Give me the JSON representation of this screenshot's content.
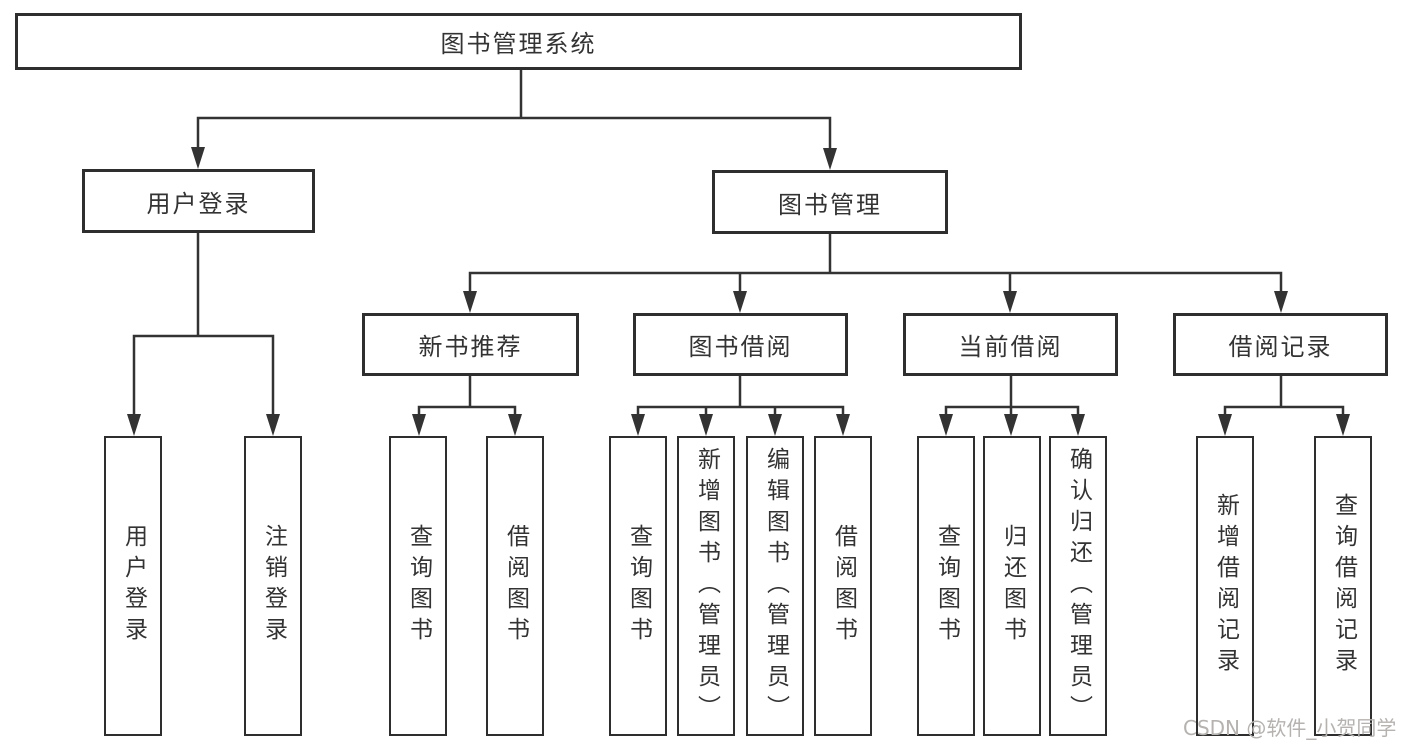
{
  "diagram_type": "hierarchy-tree",
  "tree": {
    "label": "图书管理系统",
    "children": [
      {
        "label": "用户登录",
        "children": [
          {
            "label": "用户登录"
          },
          {
            "label": "注销登录"
          }
        ]
      },
      {
        "label": "图书管理",
        "children": [
          {
            "label": "新书推荐",
            "children": [
              {
                "label": "查询图书"
              },
              {
                "label": "借阅图书"
              }
            ]
          },
          {
            "label": "图书借阅",
            "children": [
              {
                "label": "查询图书"
              },
              {
                "label": "新增图书（管理员）"
              },
              {
                "label": "编辑图书（管理员）"
              },
              {
                "label": "借阅图书"
              }
            ]
          },
          {
            "label": "当前借阅",
            "children": [
              {
                "label": "查询图书"
              },
              {
                "label": "归还图书"
              },
              {
                "label": "确认归还（管理员）"
              }
            ]
          },
          {
            "label": "借阅记录",
            "children": [
              {
                "label": "新增借阅记录"
              },
              {
                "label": "查询借阅记录"
              }
            ]
          }
        ]
      }
    ]
  },
  "watermark": {
    "text": "CSDN @软件_小贺同学"
  },
  "colors": {
    "line": "#333333",
    "box_border": "#2e2e2e",
    "text": "#333333",
    "watermark": "#b5b2b0",
    "background": "#ffffff"
  }
}
